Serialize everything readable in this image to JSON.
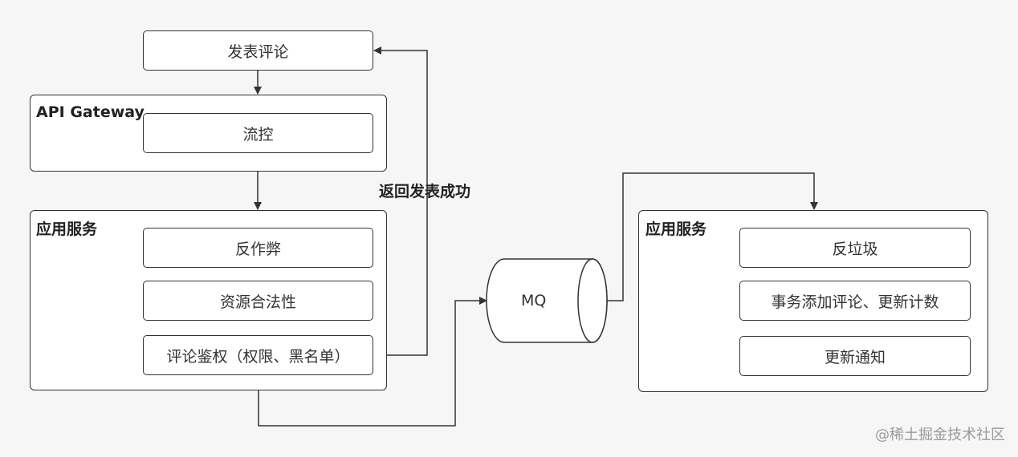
{
  "start_node": "发表评论",
  "gateway": {
    "title": "API Gateway",
    "node": "流控"
  },
  "app_service_left": {
    "title": "应用服务",
    "nodes": [
      "反作弊",
      "资源合法性",
      "评论鉴权（权限、黑名单）"
    ]
  },
  "return_label": "返回发表成功",
  "queue": "MQ",
  "app_service_right": {
    "title": "应用服务",
    "nodes": [
      "反垃圾",
      "事务添加评论、更新计数",
      "更新通知"
    ]
  },
  "watermark": "@稀土掘金技术社区",
  "colors": {
    "background": "#f6f6f6",
    "stroke": "#333333",
    "box_fill": "#ffffff",
    "watermark": "#9a9a9a"
  }
}
